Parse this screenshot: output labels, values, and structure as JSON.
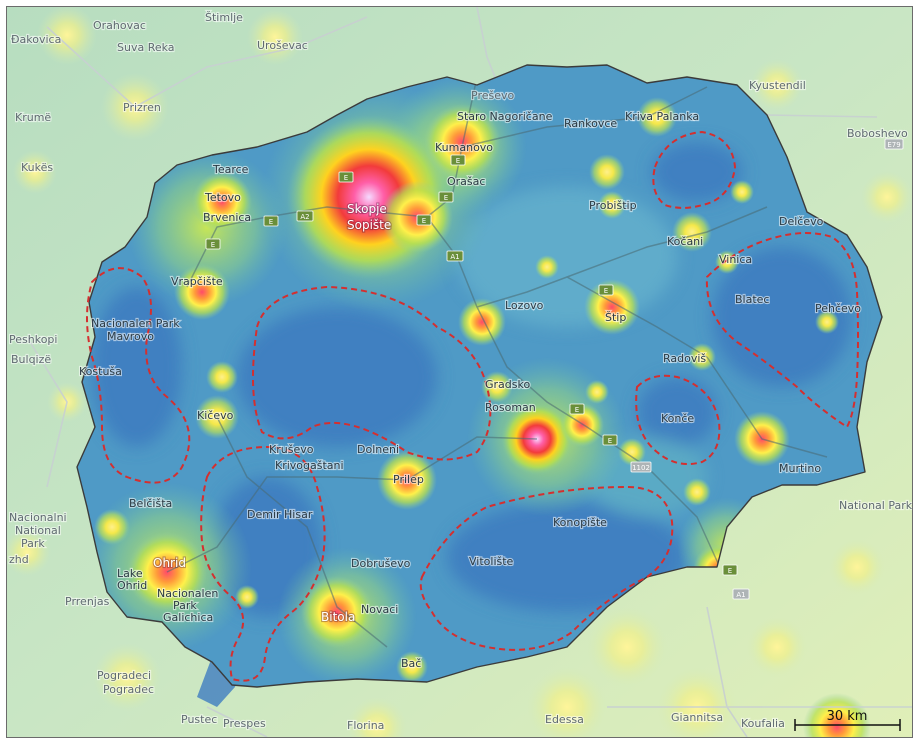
{
  "map": {
    "colors": {
      "sea_bg": "#a9d6cf",
      "land_out": "#cfe6c6",
      "country_base": "#4f9ac6",
      "dark_sky": "#3f7dc0",
      "zone_stroke": "#d42f2f",
      "border": "#3b3b3b"
    },
    "scale": {
      "label": "30 km"
    },
    "outside_labels": [
      {
        "id": "dakovica",
        "text": "Đakovica"
      },
      {
        "id": "orahovac",
        "text": "Orahovac"
      },
      {
        "id": "stimlje",
        "text": "Štimlje"
      },
      {
        "id": "suva-reka",
        "text": "Suva Reka"
      },
      {
        "id": "urosevac",
        "text": "Uroševac"
      },
      {
        "id": "presevo",
        "text": "Preševo"
      },
      {
        "id": "prizren",
        "text": "Prizren"
      },
      {
        "id": "kruma",
        "text": "Krumë"
      },
      {
        "id": "kukes",
        "text": "Kukës"
      },
      {
        "id": "kyustendil",
        "text": "Kyustendil"
      },
      {
        "id": "boboshevo",
        "text": "Boboshevo"
      },
      {
        "id": "peshkopi",
        "text": "Peshkopi"
      },
      {
        "id": "bulqiza",
        "text": "Bulqizë"
      },
      {
        "id": "np-left",
        "text": "Nacionalni\nNational\nPark"
      },
      {
        "id": "zhd",
        "text": "zhd"
      },
      {
        "id": "prrenjas",
        "text": "Prrenjas"
      },
      {
        "id": "pogradec-top",
        "text": "Pogradeci"
      },
      {
        "id": "pogradec",
        "text": "Pogradec"
      },
      {
        "id": "pustec",
        "text": "Pustec"
      },
      {
        "id": "florina",
        "text": "Florina"
      },
      {
        "id": "edessa",
        "text": "Edessa"
      },
      {
        "id": "giannitsa",
        "text": "Giannitsa"
      },
      {
        "id": "kouphalia",
        "text": "Koufalia"
      },
      {
        "id": "national-park-right",
        "text": "National Park"
      },
      {
        "id": "prespes",
        "text": "Prespes"
      }
    ],
    "inside_labels": [
      {
        "id": "staro-nagoricane",
        "text": "Staro Nagoričane"
      },
      {
        "id": "rankovce",
        "text": "Rankovce"
      },
      {
        "id": "kriva-palanka",
        "text": "Kriva Palanka"
      },
      {
        "id": "kumanovo",
        "text": "Kumanovo"
      },
      {
        "id": "orasac",
        "text": "Orašac"
      },
      {
        "id": "tearce",
        "text": "Tearce"
      },
      {
        "id": "tetovo",
        "text": "Tetovo"
      },
      {
        "id": "brvenica",
        "text": "Brvenica"
      },
      {
        "id": "skopje",
        "text": "Skopje"
      },
      {
        "id": "sopiste",
        "text": "Sopište"
      },
      {
        "id": "probistip",
        "text": "Probištip"
      },
      {
        "id": "delcevo",
        "text": "Delčevo"
      },
      {
        "id": "kocani",
        "text": "Kočani"
      },
      {
        "id": "vinica",
        "text": "Vinica"
      },
      {
        "id": "vrapciste",
        "text": "Vrapčište"
      },
      {
        "id": "lozovo",
        "text": "Lozovo"
      },
      {
        "id": "stip",
        "text": "Štip"
      },
      {
        "id": "blatec",
        "text": "Blatec"
      },
      {
        "id": "pehcevo",
        "text": "Pehčevo"
      },
      {
        "id": "np-mavrovo",
        "text": "Nacionalen Park\nMavrovo"
      },
      {
        "id": "radovis",
        "text": "Radoviš"
      },
      {
        "id": "kostusa",
        "text": "Kostuša"
      },
      {
        "id": "gradsko",
        "text": "Gradsko"
      },
      {
        "id": "rosoman",
        "text": "Rosoman"
      },
      {
        "id": "kicevo",
        "text": "Kičevo"
      },
      {
        "id": "konce",
        "text": "Konče"
      },
      {
        "id": "dolneni",
        "text": "Dolneni"
      },
      {
        "id": "krusevo",
        "text": "Kruševo"
      },
      {
        "id": "krivogastani",
        "text": "Krivogaštani"
      },
      {
        "id": "prilep",
        "text": "Prilep"
      },
      {
        "id": "murtino",
        "text": "Murtino"
      },
      {
        "id": "belcista",
        "text": "Belčišta"
      },
      {
        "id": "demir-hisar",
        "text": "Demir Hisar"
      },
      {
        "id": "konopiste",
        "text": "Konopište"
      },
      {
        "id": "lake-ohrid",
        "text": "Lake\nOhrid"
      },
      {
        "id": "ohrid",
        "text": "Ohrid"
      },
      {
        "id": "np-galicica",
        "text": "Nacionalen\nPark\nGalichica"
      },
      {
        "id": "dobrusevo",
        "text": "Dobruševo"
      },
      {
        "id": "vitoliste",
        "text": "Vitolište"
      },
      {
        "id": "bitola",
        "text": "Bitola"
      },
      {
        "id": "novaci",
        "text": "Novaci"
      },
      {
        "id": "bac",
        "text": "Bač"
      }
    ],
    "shields": [
      {
        "id": "e65-tetovo",
        "text": "E"
      },
      {
        "id": "a2-tetovo",
        "text": "A2"
      },
      {
        "id": "e-brvenica",
        "text": "E"
      },
      {
        "id": "e-skopje-n",
        "text": "E"
      },
      {
        "id": "e-skopje-e",
        "text": "E"
      },
      {
        "id": "e-kumanovo",
        "text": "E"
      },
      {
        "id": "e-orasac",
        "text": "E"
      },
      {
        "id": "a1-veles",
        "text": "A1"
      },
      {
        "id": "e-stip",
        "text": "E"
      },
      {
        "id": "e-gradsko",
        "text": "E"
      },
      {
        "id": "e-rosoman",
        "text": "E"
      },
      {
        "id": "1102",
        "text": "1102"
      },
      {
        "id": "e-gevgelija",
        "text": "E"
      },
      {
        "id": "a1-out",
        "text": "A1"
      },
      {
        "id": "e79-out",
        "text": "E79"
      }
    ]
  }
}
